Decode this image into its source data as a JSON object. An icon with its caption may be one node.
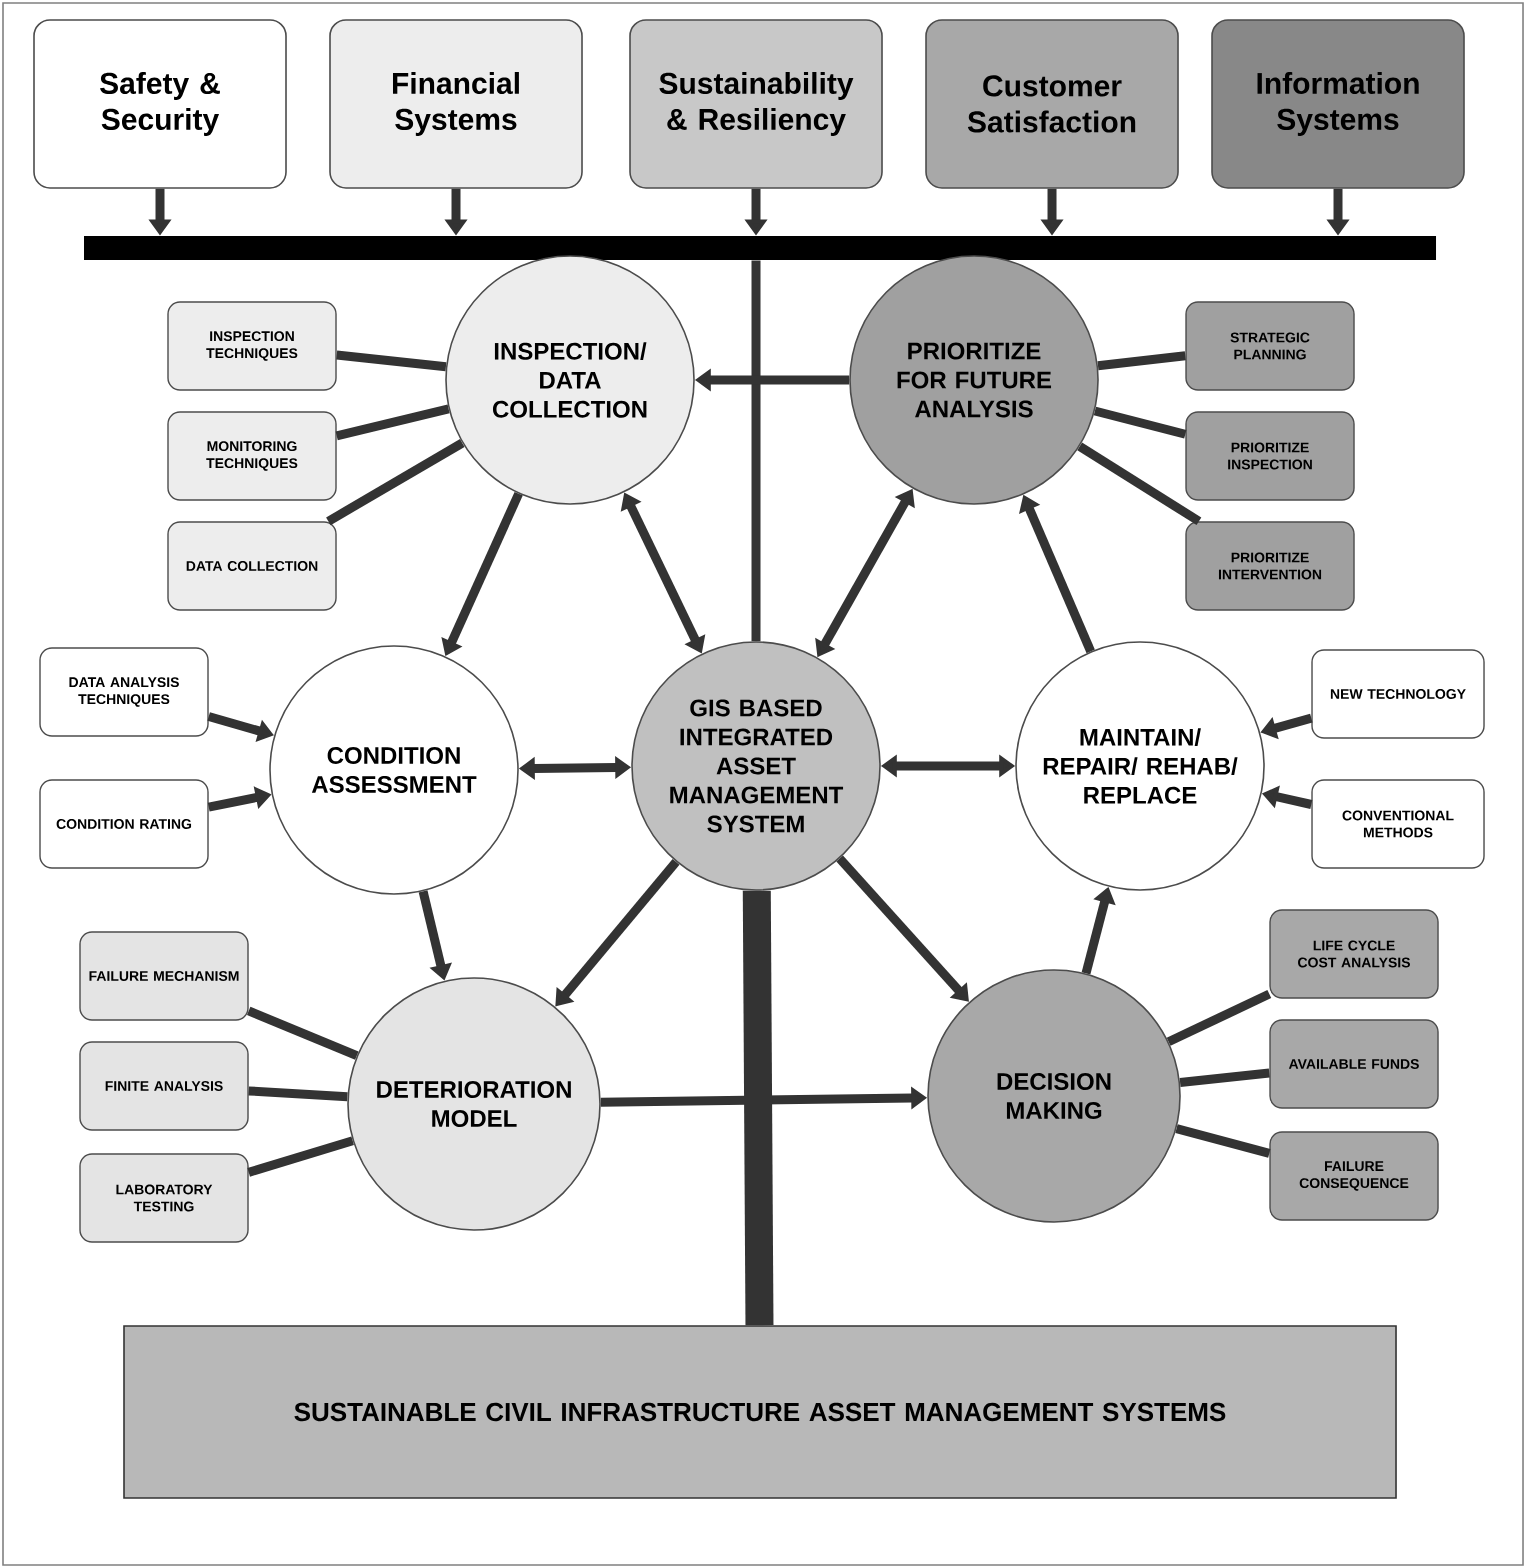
{
  "diagram": {
    "nodes": [
      {
        "text": [
          "Safety & Security"
        ]
      },
      {
        "text": [
          "Financial Systems"
        ]
      },
      {
        "text": [
          "Sustainability & Resiliency"
        ]
      },
      {
        "text": [
          "Customer Satisfaction"
        ]
      },
      {
        "text": [
          "Information Systems"
        ]
      },
      {
        "text": [],
        "shape": "bar"
      },
      {
        "text": [
          "INSPECTION/ DATA COLLECTION"
        ]
      },
      {
        "text": [
          "PRIORITIZE FOR FUTURE ANALYSIS"
        ]
      },
      {
        "text": [
          "CONDITION ASSESSMENT"
        ]
      },
      {
        "text": [
          "GIS BASED INTEGRATED ASSET MANAGEMENT SYSTEM"
        ]
      },
      {
        "text": [
          "MAINTAIN/ REPAIR/ REHAB/ REPLACE"
        ]
      },
      {
        "text": [
          "DETERIORATION MODEL"
        ]
      },
      {
        "text": [
          "DECISION MAKING"
        ]
      },
      {
        "text": [
          "SUSTAINABLE CIVIL INFRASTRUCTURE ASSET MANAGEMENT SYSTEMS"
        ]
      },
      {
        "text": [
          "INSPECTION TECHNIQUES"
        ]
      },
      {
        "text": [
          "MONITORING TECHNIQUES"
        ]
      },
      {
        "text": [
          "DATA COLLECTION"
        ]
      },
      {
        "text": [
          "STRATEGIC PLANNING"
        ]
      },
      {
        "text": [
          "PRIORITIZE INSPECTION"
        ]
      },
      {
        "text": [
          "PRIORITIZE INTERVENTION"
        ]
      },
      {
        "text": [
          "DATA ANALYSIS TECHNIQUES"
        ]
      },
      {
        "text": [
          "CONDITION RATING"
        ]
      },
      {
        "text": [
          "NEW TECHNOLOGY"
        ]
      },
      {
        "text": [
          "CONVENTIONAL METHODS"
        ]
      },
      {
        "text": [
          "FAILURE MECHANISM"
        ]
      },
      {
        "text": [
          "FINITE ANALYSIS"
        ]
      },
      {
        "text": [
          "LABORATORY TESTING"
        ]
      },
      {
        "text": [
          "LIFE CYCLE COST ANALYSIS"
        ]
      },
      {
        "text": [
          "AVAILABLE FUNDS"
        ]
      },
      {
        "text": [
          "FAILURE CONSEQUENCE"
        ]
      }
    ],
    "edges": [
      {
        "from": 0,
        "to": 5,
        "arrow": "to"
      },
      {
        "from": 1,
        "to": 5,
        "arrow": "to"
      },
      {
        "from": 2,
        "to": 5,
        "arrow": "to"
      },
      {
        "from": 3,
        "to": 5,
        "arrow": "to"
      },
      {
        "from": 4,
        "to": 5,
        "arrow": "to"
      },
      {
        "from": 5,
        "to": 9,
        "arrow": "none"
      },
      {
        "from": 7,
        "to": 6,
        "arrow": "to"
      },
      {
        "from": 9,
        "to": 6,
        "arrow": "both"
      },
      {
        "from": 9,
        "to": 7,
        "arrow": "both"
      },
      {
        "from": 10,
        "to": 7,
        "arrow": "to"
      },
      {
        "from": 6,
        "to": 8,
        "arrow": "to"
      },
      {
        "from": 8,
        "to": 9,
        "arrow": "both"
      },
      {
        "from": 9,
        "to": 10,
        "arrow": "both"
      },
      {
        "from": 8,
        "to": 11,
        "arrow": "to"
      },
      {
        "from": 9,
        "to": 11,
        "arrow": "to"
      },
      {
        "from": 9,
        "to": 12,
        "arrow": "to"
      },
      {
        "from": 12,
        "to": 10,
        "arrow": "to"
      },
      {
        "from": 11,
        "to": 12,
        "arrow": "to"
      },
      {
        "from": 9,
        "to": 13,
        "arrow": "none",
        "style": "thick"
      },
      {
        "from": 14,
        "to": 6,
        "arrow": "none"
      },
      {
        "from": 15,
        "to": 6,
        "arrow": "none"
      },
      {
        "from": 16,
        "to": 6,
        "arrow": "none"
      },
      {
        "from": 17,
        "to": 7,
        "arrow": "none"
      },
      {
        "from": 18,
        "to": 7,
        "arrow": "none"
      },
      {
        "from": 19,
        "to": 7,
        "arrow": "none"
      },
      {
        "from": 20,
        "to": 8,
        "arrow": "to"
      },
      {
        "from": 21,
        "to": 8,
        "arrow": "to"
      },
      {
        "from": 22,
        "to": 10,
        "arrow": "to"
      },
      {
        "from": 23,
        "to": 10,
        "arrow": "to"
      },
      {
        "from": 24,
        "to": 11,
        "arrow": "none"
      },
      {
        "from": 25,
        "to": 11,
        "arrow": "none"
      },
      {
        "from": 26,
        "to": 11,
        "arrow": "none"
      },
      {
        "from": 27,
        "to": 12,
        "arrow": "none"
      },
      {
        "from": 28,
        "to": 12,
        "arrow": "none"
      },
      {
        "from": 29,
        "to": 12,
        "arrow": "none"
      }
    ]
  }
}
